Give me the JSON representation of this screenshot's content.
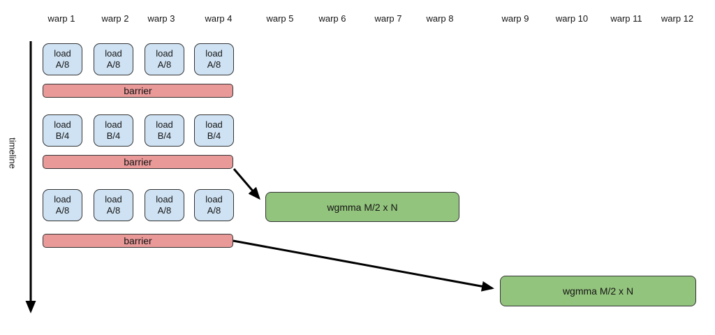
{
  "header": {
    "warp_labels": [
      "warp 1",
      "warp 2",
      "warp 3",
      "warp 4",
      "warp 5",
      "warp 6",
      "warp 7",
      "warp 8",
      "warp 9",
      "warp 10",
      "warp 11",
      "warp 12"
    ]
  },
  "timeline": {
    "label": "timeline"
  },
  "diagram": {
    "rows": [
      {
        "kind": "load",
        "line1": "load",
        "line2": "A/8"
      },
      {
        "kind": "barrier",
        "label": "barrier"
      },
      {
        "kind": "load",
        "line1": "load",
        "line2": "B/4"
      },
      {
        "kind": "barrier",
        "label": "barrier"
      },
      {
        "kind": "load",
        "line1": "load",
        "line2": "A/8"
      },
      {
        "kind": "barrier",
        "label": "barrier"
      }
    ],
    "wgmma_boxes": [
      {
        "label": "wgmma M/2 x N"
      },
      {
        "label": "wgmma M/2 x N"
      }
    ]
  },
  "colors": {
    "load_fill": "#cfe2f3",
    "barrier_fill": "#ea9999",
    "wgmma_fill": "#93c47d",
    "outline": "#333333",
    "arrow": "#000000",
    "background": "#ffffff"
  }
}
